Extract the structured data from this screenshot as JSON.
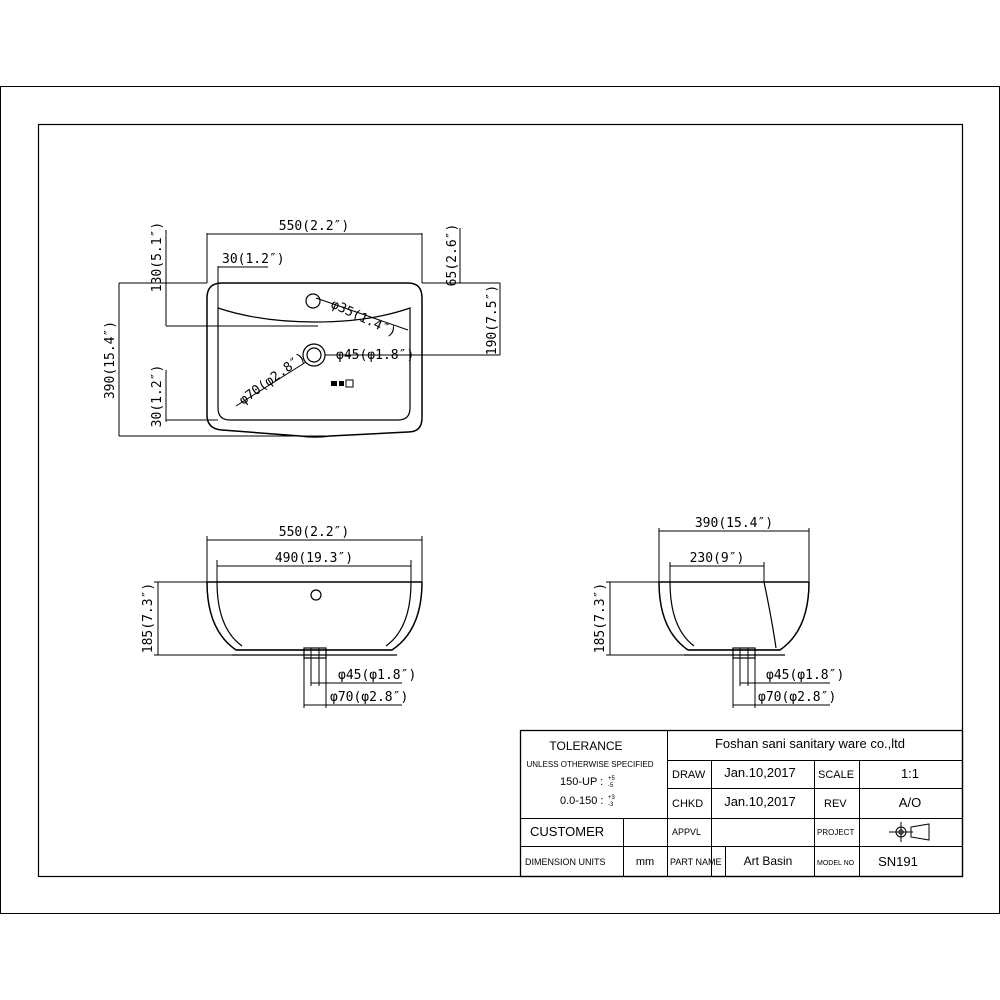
{
  "drawing": {
    "top_view": {
      "width": "550(2.2″)",
      "offset_left": "30(1.2″)",
      "offset_top_right": "65(2.6″)",
      "offset_top_left": "130(5.1″)",
      "hole_small": "φ35(1.4″)",
      "height_right": "190(7.5″)",
      "drain": "φ45(φ1.8″)",
      "height_total": "390(15.4″)",
      "outer_ring": "φ70(φ2.8″)",
      "offset_bottom": "30(1.2″)"
    },
    "front_view": {
      "outer_width": "550(2.2″)",
      "inner_width": "490(19.3″)",
      "height": "185(7.3″)",
      "drain_inner": "φ45(φ1.8″)",
      "drain_outer": "φ70(φ2.8″)"
    },
    "side_view": {
      "outer_width": "390(15.4″)",
      "inner_width": "230(9″)",
      "height": "185(7.3″)",
      "drain_inner": "φ45(φ1.8″)",
      "drain_outer": "φ70(φ2.8″)"
    }
  },
  "title_block": {
    "tolerance": "TOLERANCE",
    "unless": "UNLESS OTHERWISE SPECIFIED",
    "tol1": "150-UP :",
    "tol1_sup": "+5",
    "tol1_sub": "-5",
    "tol2": "0.0-150 :",
    "tol2_sup": "+3",
    "tol2_sub": "-3",
    "company": "Foshan sani sanitary ware co.,ltd",
    "draw_label": "DRAW",
    "draw_date": "Jan.10,2017",
    "scale_label": "SCALE",
    "scale_value": "1:1",
    "chkd_label": "CHKD",
    "chkd_date": "Jan.10,2017",
    "rev_label": "REV",
    "rev_value": "A/O",
    "customer": "CUSTOMER",
    "appvl_label": "APPVL",
    "project_label": "PROJECT",
    "dim_units_label": "DIMENSION UNITS",
    "dim_units_value": "mm",
    "part_name_label": "PART NAME",
    "part_name_value": "Art Basin",
    "model_no_label": "MODEL NO",
    "model_no_value": "SN191"
  }
}
